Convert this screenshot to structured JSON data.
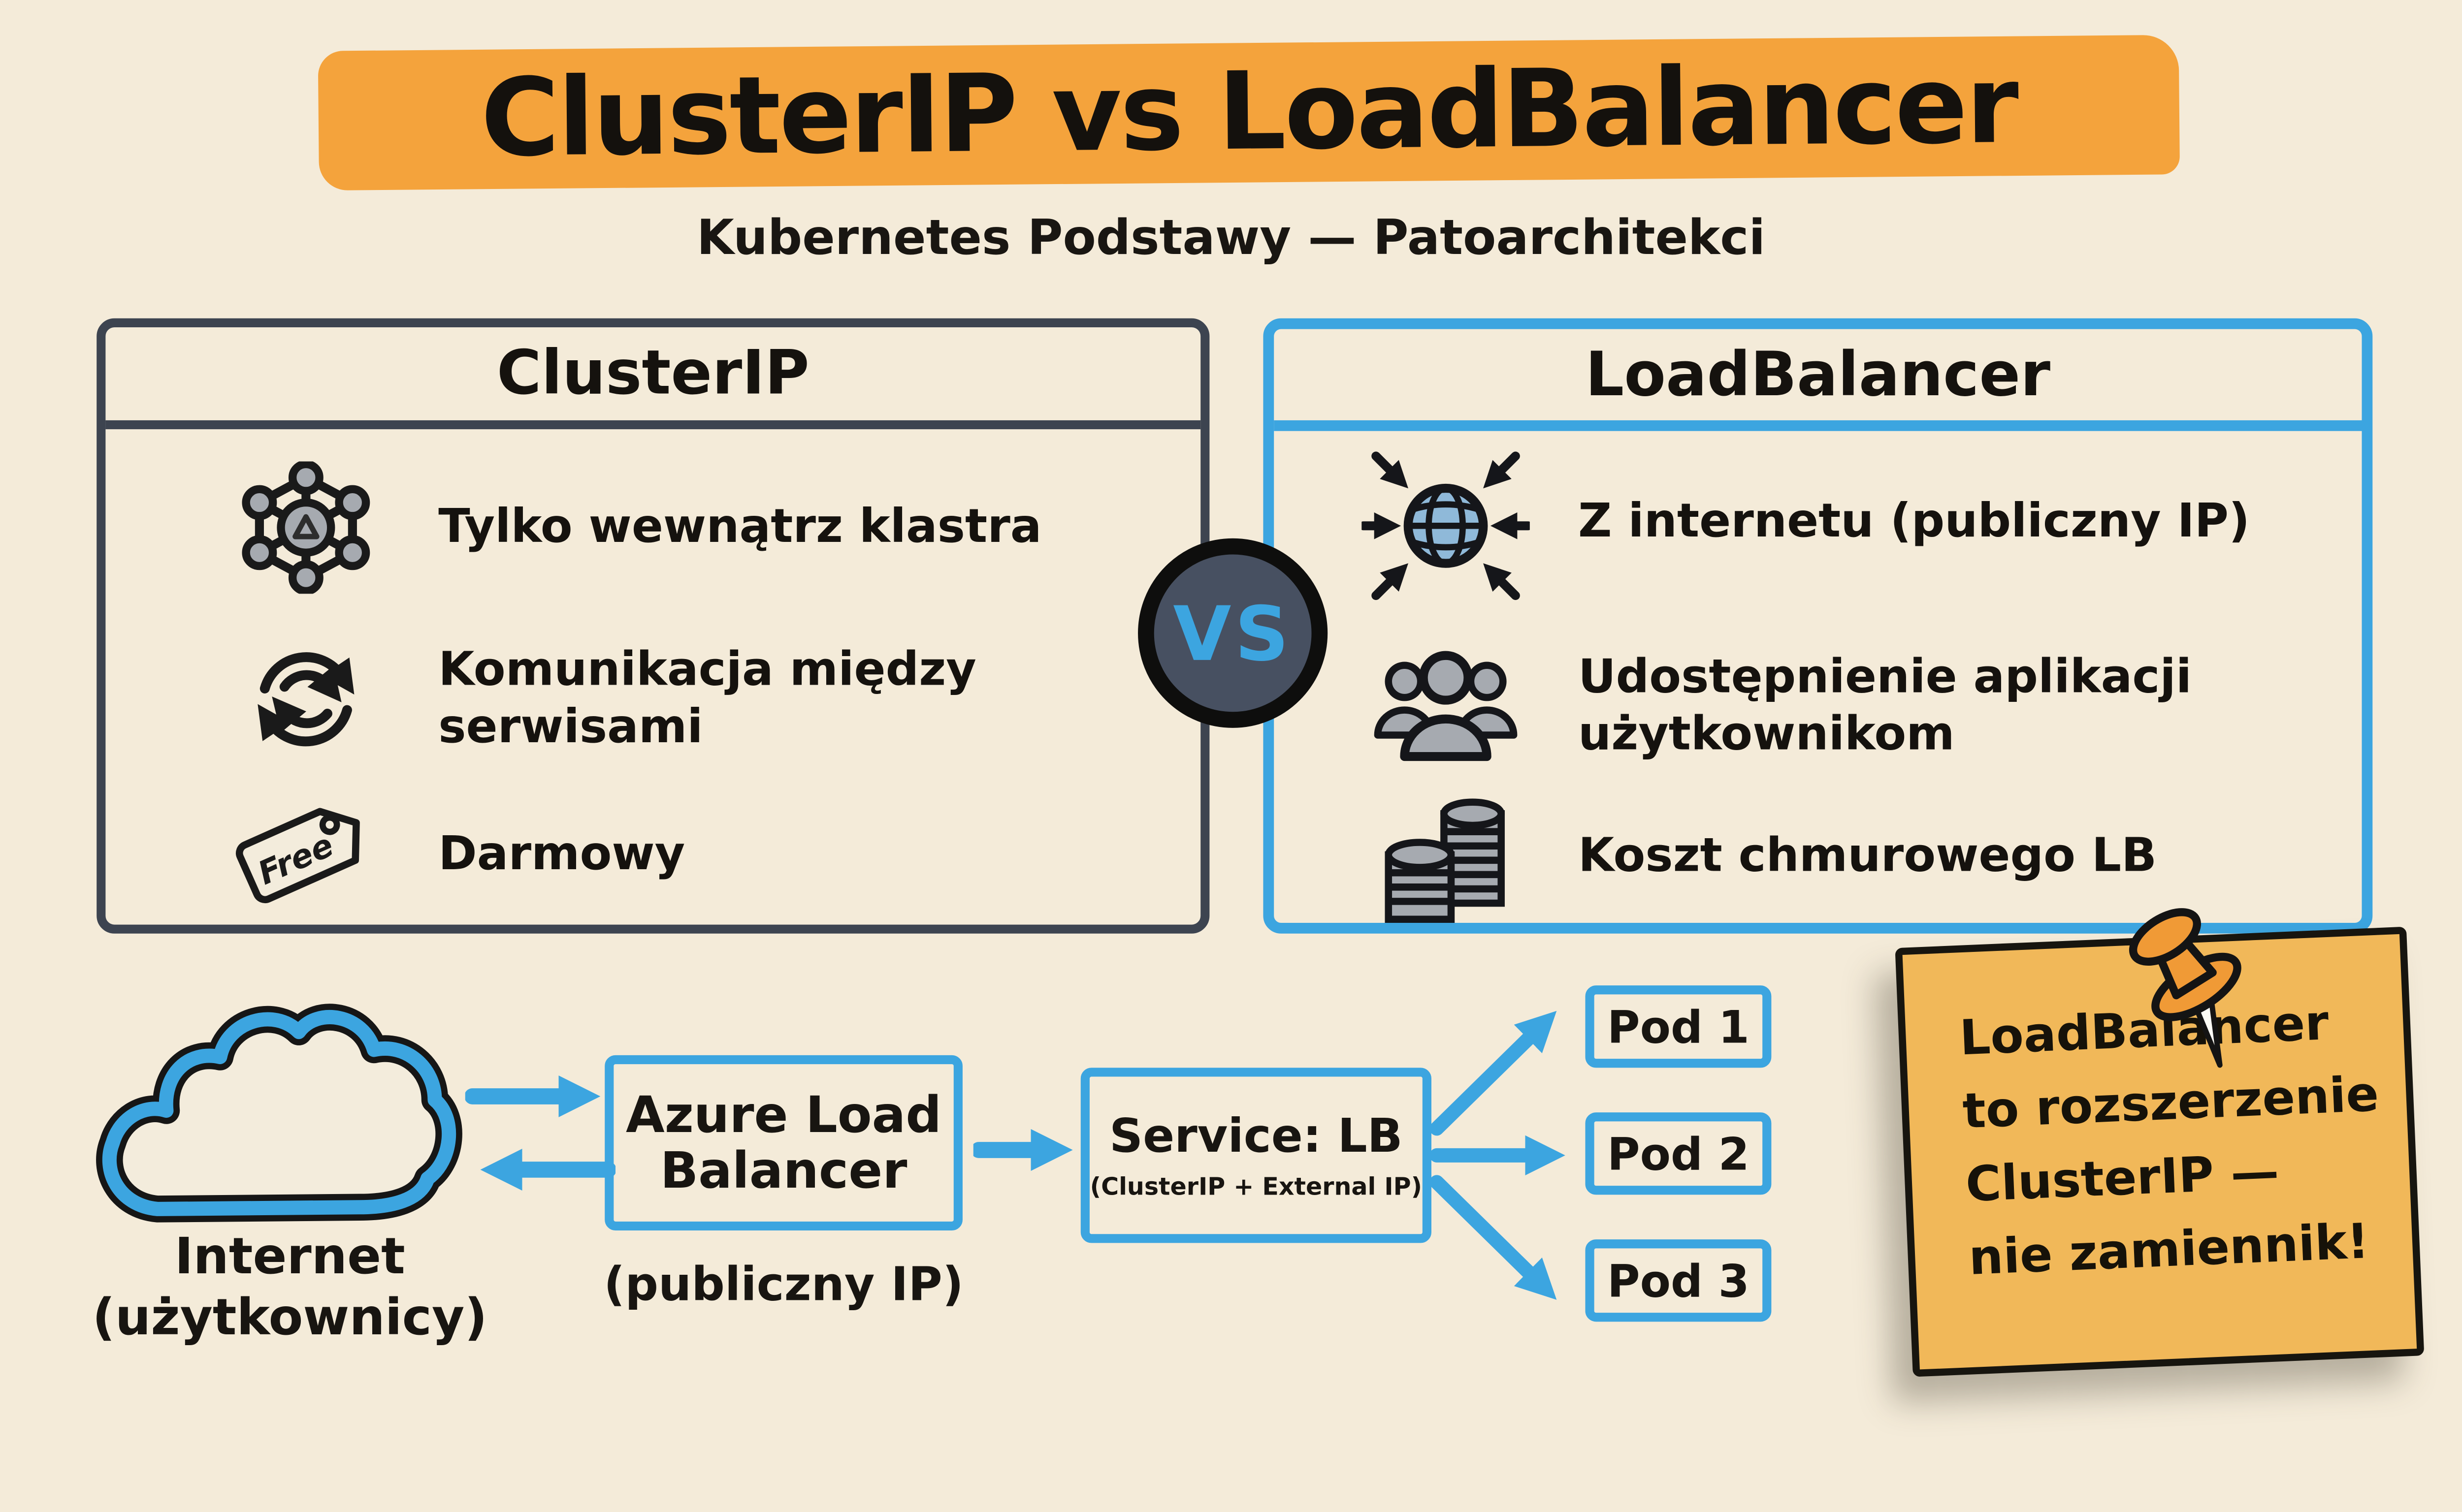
{
  "page": {
    "title": "ClusterIP vs LoadBalancer",
    "subtitle": "Kubernetes Podstawy — Patoarchitekci"
  },
  "colors": {
    "background": "#f4ebd9",
    "highlight_orange": "#f4a33c",
    "accent_blue": "#3ca5e0",
    "panel_dark": "#3d4450",
    "note_orange": "#f1b859",
    "icon_gray": "#a6aab0",
    "globe_blue": "#8fb9d9"
  },
  "vs_badge": {
    "label": "VS"
  },
  "panels": {
    "cluster_ip": {
      "title": "ClusterIP",
      "items": [
        {
          "icon": "cluster-network-icon",
          "lines": [
            "Tylko wewnątrz klastra"
          ]
        },
        {
          "icon": "sync-arrows-icon",
          "lines": [
            "Komunikacja między",
            "serwisami"
          ]
        },
        {
          "icon": "free-tag-icon",
          "tag_label": "Free",
          "lines": [
            "Darmowy"
          ]
        }
      ]
    },
    "load_balancer": {
      "title": "LoadBalancer",
      "items": [
        {
          "icon": "globe-inbound-arrows-icon",
          "lines": [
            "Z internetu (publiczny IP)"
          ]
        },
        {
          "icon": "users-group-icon",
          "lines": [
            "Udostępnienie aplikacji",
            "użytkownikom"
          ]
        },
        {
          "icon": "coins-stack-icon",
          "lines": [
            "Koszt chmurowego LB"
          ]
        }
      ]
    }
  },
  "flow": {
    "internet": {
      "lines": [
        "Internet",
        "(użytkownicy)"
      ]
    },
    "azure_lb": {
      "lines": [
        "Azure Load",
        "Balancer"
      ],
      "caption": "(publiczny IP)"
    },
    "service": {
      "label": "Service: LB",
      "caption": "(ClusterIP + External IP)"
    },
    "pods": [
      {
        "label": "Pod 1"
      },
      {
        "label": "Pod 2"
      },
      {
        "label": "Pod 3"
      }
    ]
  },
  "sticky_note": {
    "lines": [
      "LoadBalancer",
      "to rozszerzenie",
      "ClusterIP —",
      "nie zamiennik!"
    ]
  }
}
